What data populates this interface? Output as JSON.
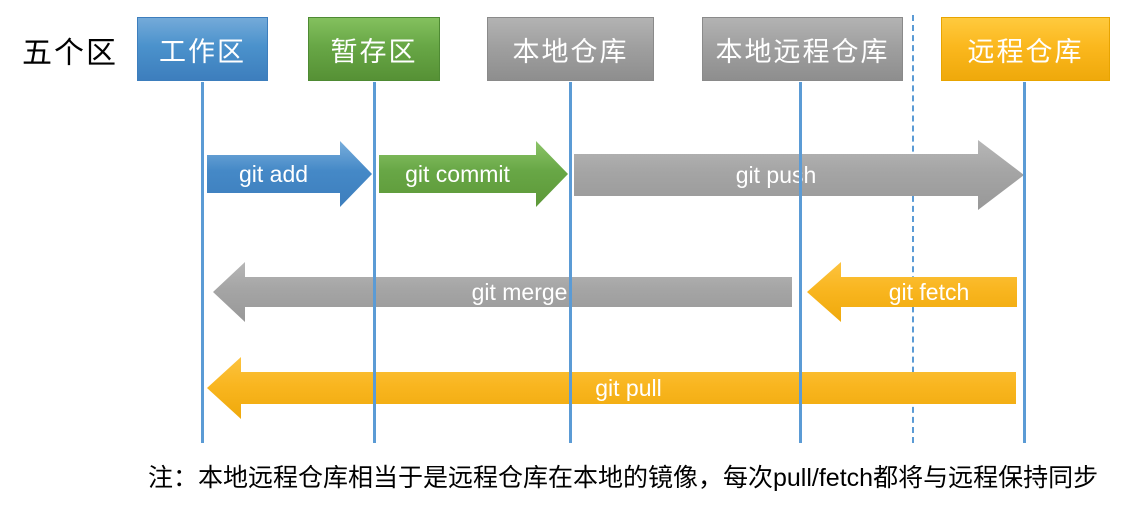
{
  "diagram_title": "五个区",
  "zones": [
    {
      "id": "workspace",
      "label": "工作区",
      "color": "#4b92cc"
    },
    {
      "id": "staging",
      "label": "暂存区",
      "color": "#68a746"
    },
    {
      "id": "local-repo",
      "label": "本地仓库",
      "color": "#a0a0a0"
    },
    {
      "id": "local-remote-repo",
      "label": "本地远程仓库",
      "color": "#a0a0a0"
    },
    {
      "id": "remote-repo",
      "label": "远程仓库",
      "color": "#fbb81e"
    }
  ],
  "arrows": [
    {
      "label": "git add",
      "direction": "right",
      "color": "#4589c7",
      "from": "工作区",
      "to": "暂存区"
    },
    {
      "label": "git commit",
      "direction": "right",
      "color": "#68a746",
      "from": "暂存区",
      "to": "本地仓库"
    },
    {
      "label": "git push",
      "direction": "right",
      "color": "#a5a5a5",
      "from": "本地仓库",
      "to": "远程仓库"
    },
    {
      "label": "git merge",
      "direction": "left",
      "color": "#a5a5a5",
      "from": "本地远程仓库",
      "to": "工作区"
    },
    {
      "label": "git fetch",
      "direction": "left",
      "color": "#f9b620",
      "from": "远程仓库",
      "to": "本地远程仓库"
    },
    {
      "label": "git pull",
      "direction": "left",
      "color": "#f9b620",
      "from": "远程仓库",
      "to": "工作区"
    }
  ],
  "note": "注：本地远程仓库相当于是远程仓库在本地的镜像，每次pull/fetch都将与远程保持同步",
  "line_color": "#5b9bd5"
}
